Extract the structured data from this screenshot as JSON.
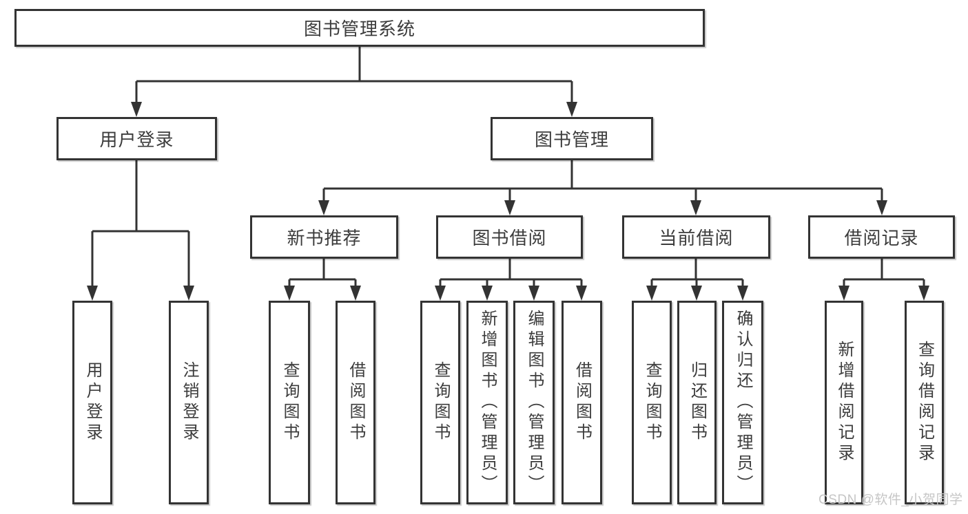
{
  "diagram": {
    "title": "图书管理系统",
    "branches": [
      {
        "label": "用户登录",
        "leaves": [
          "用户登录",
          "注销登录"
        ]
      },
      {
        "label": "图书管理",
        "sections": [
          {
            "label": "新书推荐",
            "leaves": [
              "查询图书",
              "借阅图书"
            ]
          },
          {
            "label": "图书借阅",
            "leaves": [
              "查询图书",
              "新增图书（管理员）",
              "编辑图书（管理员）",
              "借阅图书"
            ]
          },
          {
            "label": "当前借阅",
            "leaves": [
              "查询图书",
              "归还图书",
              "确认归还（管理员）"
            ]
          },
          {
            "label": "借阅记录",
            "leaves": [
              "新增借阅记录",
              "查询借阅记录"
            ]
          }
        ]
      }
    ]
  },
  "watermark": {
    "text": "CSDN @软件_小贺同学"
  },
  "colors": {
    "line": "#333333",
    "box_border": "#333333",
    "box_fill": "#ffffff",
    "text": "#3c3c3c",
    "watermark_text": "#c6c6c6",
    "background": "#ffffff"
  }
}
